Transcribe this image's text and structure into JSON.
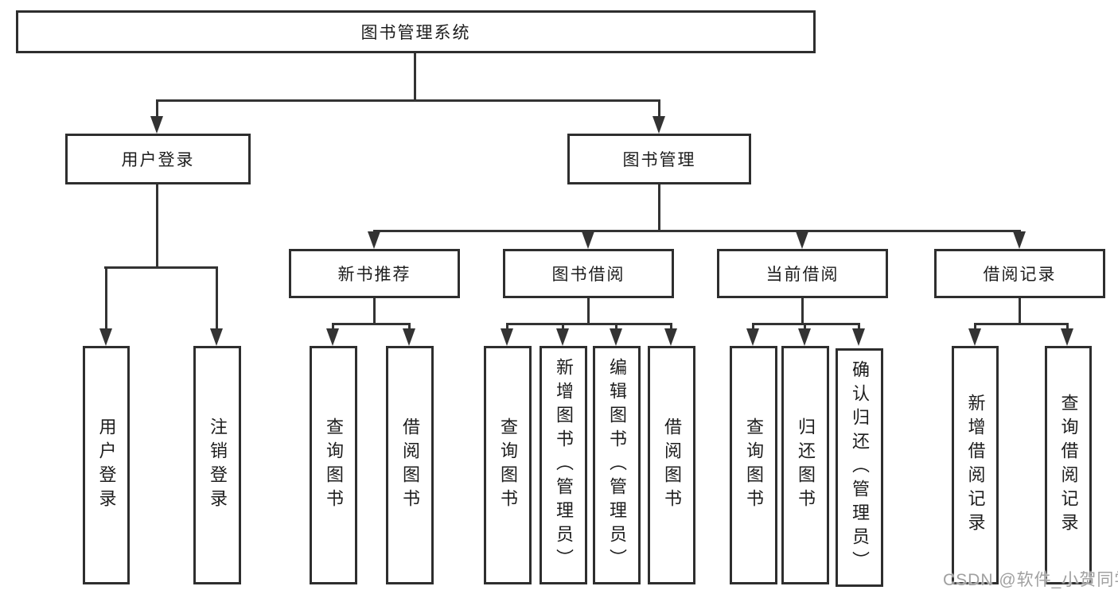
{
  "diagram": {
    "root": {
      "label": "图书管理系统"
    },
    "level2": [
      {
        "label": "用户登录"
      },
      {
        "label": "图书管理"
      }
    ],
    "level3": [
      {
        "label": "新书推荐"
      },
      {
        "label": "图书借阅"
      },
      {
        "label": "当前借阅"
      },
      {
        "label": "借阅记录"
      }
    ],
    "leaves": {
      "login": [
        {
          "label": "用户登录"
        },
        {
          "label": "注销登录"
        }
      ],
      "recommend": [
        {
          "label": "查询图书"
        },
        {
          "label": "借阅图书"
        }
      ],
      "borrow": [
        {
          "label": "查询图书"
        },
        {
          "label": "新增图书（管理员）"
        },
        {
          "label": "编辑图书（管理员）"
        },
        {
          "label": "借阅图书"
        }
      ],
      "current": [
        {
          "label": "查询图书"
        },
        {
          "label": "归还图书"
        },
        {
          "label": "确认归还（管理员）"
        }
      ],
      "records": [
        {
          "label": "新增借阅记录"
        },
        {
          "label": "查询借阅记录"
        }
      ]
    },
    "colors": {
      "line": "#333333",
      "box_border": "#2e2e2e",
      "text": "#1d1d1d",
      "watermark": "#a0a0a0",
      "background": "#ffffff"
    }
  },
  "watermark": {
    "text": "CSDN @软件_小贺同学"
  }
}
